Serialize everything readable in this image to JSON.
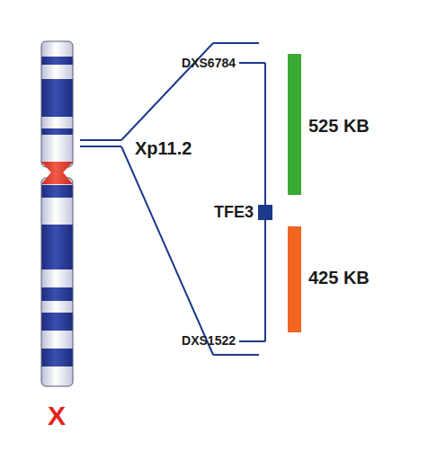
{
  "diagram": {
    "labels": [
      "DXS6784",
      "Xp11.2",
      "TFE3",
      "DXS1522",
      "525 KB",
      "425 KB",
      "X"
    ]
  }
}
